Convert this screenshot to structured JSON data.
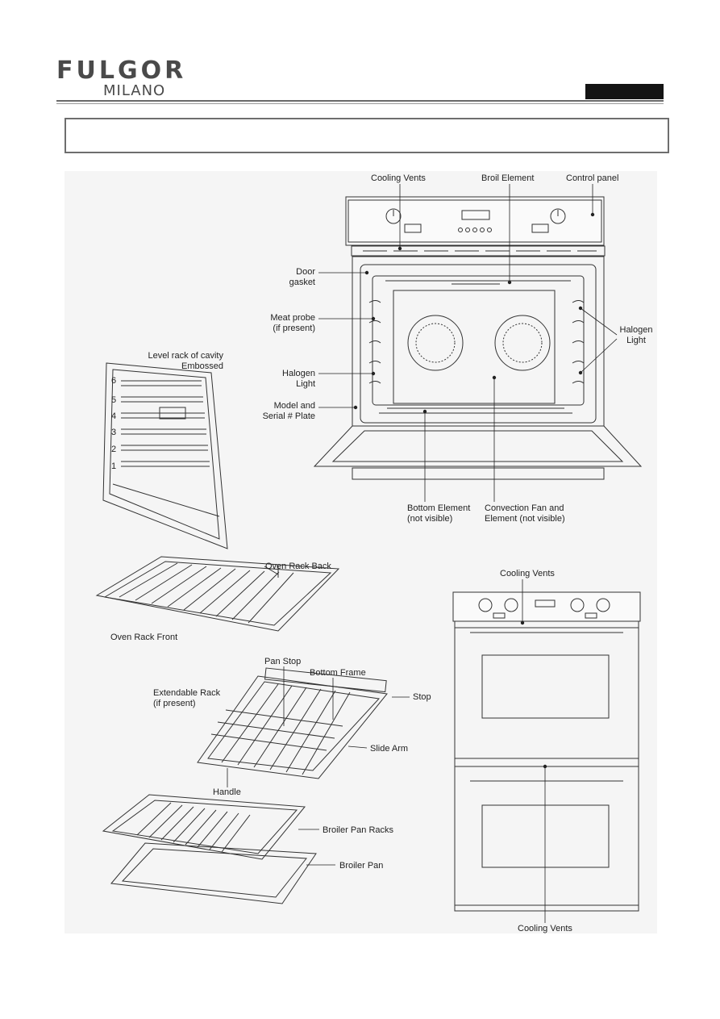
{
  "brand": {
    "name": "FULGOR",
    "subname": "MILANO"
  },
  "title": "",
  "labels": {
    "cooling_vents_top": "Cooling Vents",
    "broil_element": "Broil Element",
    "control_panel": "Control panel",
    "door_gasket": [
      "Door",
      "gasket"
    ],
    "meat_probe": [
      "Meat probe",
      "(if present)"
    ],
    "halogen_light_left": [
      "Halogen",
      "Light"
    ],
    "model_serial_plate": [
      "Model and",
      "Serial # Plate"
    ],
    "halogen_light_right": [
      "Halogen",
      "Light"
    ],
    "bottom_element": [
      "Bottom Element",
      "(not visible)"
    ],
    "convection_fan": [
      "Convection Fan and",
      "Element (not visible)"
    ],
    "level_rack": [
      "Level rack of cavity",
      "Embossed"
    ],
    "oven_rack_back": "Oven Rack Back",
    "oven_rack_front": "Oven Rack Front",
    "pan_stop": "Pan Stop",
    "bottom_frame": "Bottom Frame",
    "extendable_rack": [
      "Extendable Rack",
      "(if present)"
    ],
    "stop": "Stop",
    "slide_arm": "Slide Arm",
    "handle": "Handle",
    "broiler_pan_racks": "Broiler Pan Racks",
    "broiler_pan": "Broiler Pan",
    "cooling_vents_double_top": "Cooling Vents",
    "cooling_vents_double_bottom": "Cooling Vents"
  },
  "level_numbers": [
    "6",
    "5",
    "4",
    "3",
    "2",
    "1"
  ]
}
